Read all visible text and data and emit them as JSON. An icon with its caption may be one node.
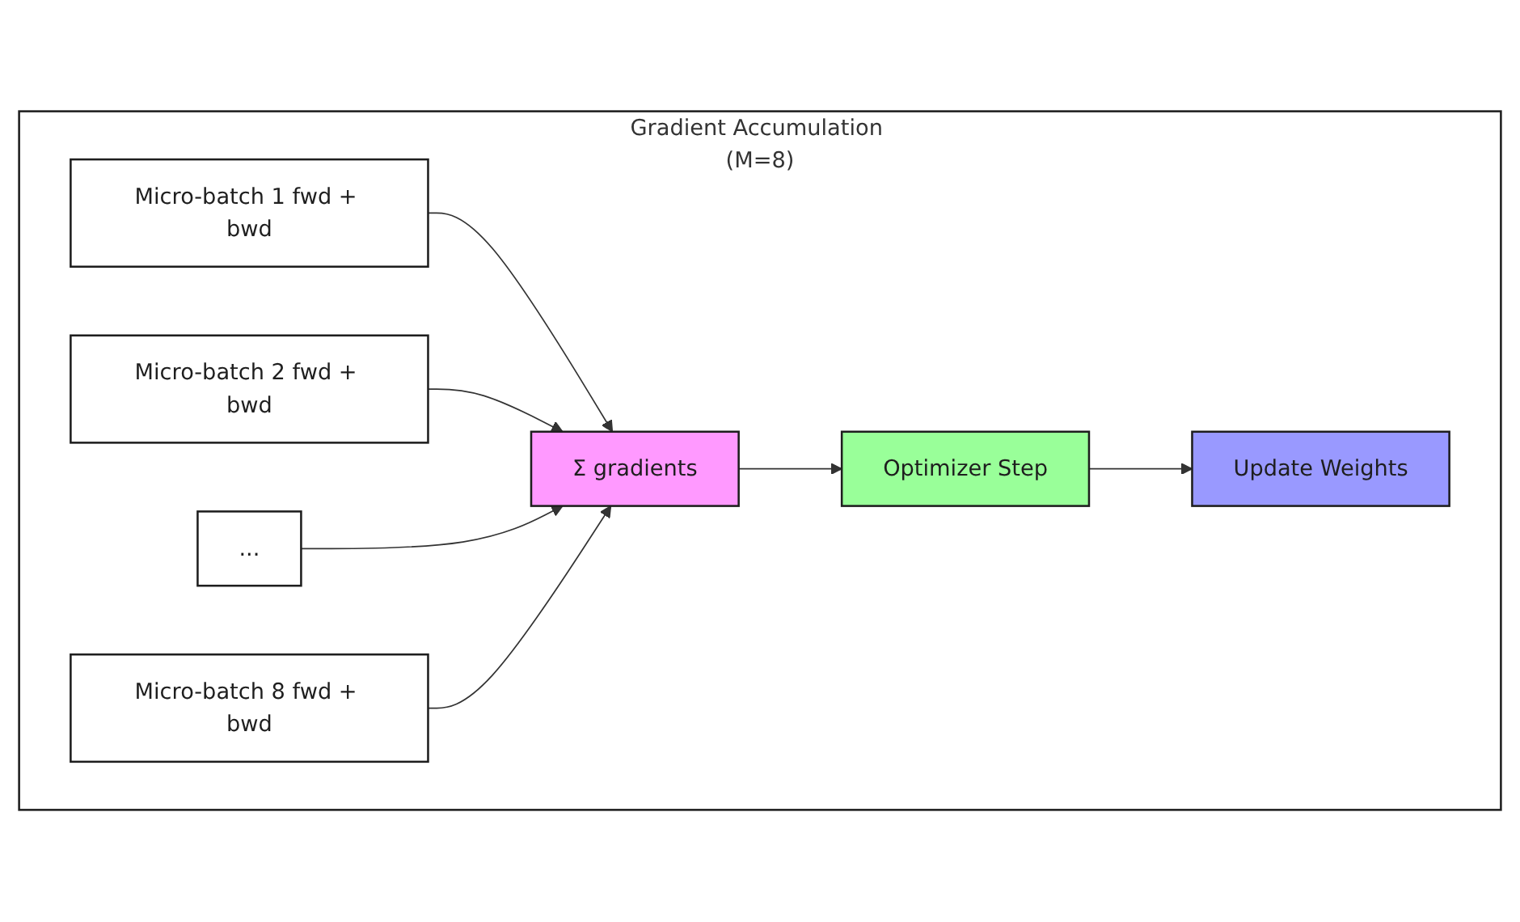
{
  "diagram": {
    "nodes": [
      {
        "text": [
          "Gradient Accumulation (M=8)"
        ]
      },
      {
        "text": [
          "Micro-batch 1 fwd + bwd"
        ],
        "in": 0
      },
      {
        "text": [
          "Micro-batch 2 fwd + bwd"
        ],
        "in": 0
      },
      {
        "text": [
          "..."
        ],
        "in": 0
      },
      {
        "text": [
          "Micro-batch 8 fwd + bwd"
        ],
        "in": 0
      },
      {
        "text": [
          "Σ gradients"
        ],
        "in": 0
      },
      {
        "text": [
          "Optimizer Step"
        ],
        "in": 0
      },
      {
        "text": [
          "Update Weights"
        ],
        "in": 0
      }
    ],
    "edges": [
      {
        "from": 1,
        "to": 5,
        "arrow": "to"
      },
      {
        "from": 2,
        "to": 5,
        "arrow": "to"
      },
      {
        "from": 3,
        "to": 5,
        "arrow": "to"
      },
      {
        "from": 4,
        "to": 5,
        "arrow": "to"
      },
      {
        "from": 5,
        "to": 6,
        "arrow": "to"
      },
      {
        "from": 6,
        "to": 7,
        "arrow": "to"
      }
    ]
  }
}
